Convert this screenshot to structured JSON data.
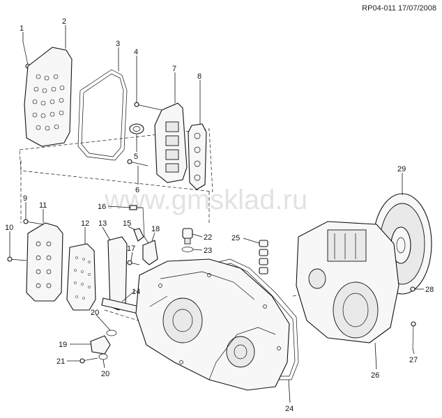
{
  "reference": "RP04-011 17/07/2008",
  "watermark": "www.gmsklad.ru",
  "callouts": [
    {
      "label": "1",
      "name": "bolt"
    },
    {
      "label": "2",
      "name": "valve-body-cover"
    },
    {
      "label": "3",
      "name": "cover-gasket"
    },
    {
      "label": "4",
      "name": "bolt"
    },
    {
      "label": "7",
      "name": "valve-body"
    },
    {
      "label": "8",
      "name": "valve-cluster"
    },
    {
      "label": "5",
      "name": "bolt"
    },
    {
      "label": "6",
      "name": "seal"
    },
    {
      "label": "29",
      "name": "torque-converter"
    },
    {
      "label": "9",
      "name": "bolt"
    },
    {
      "label": "11",
      "name": "channel-plate"
    },
    {
      "label": "10",
      "name": "bolt"
    },
    {
      "label": "12",
      "name": "spacer-plate"
    },
    {
      "label": "13",
      "name": "bracket"
    },
    {
      "label": "16",
      "name": "wire-harness"
    },
    {
      "label": "15",
      "name": "sensor"
    },
    {
      "label": "18",
      "name": "connector"
    },
    {
      "label": "17",
      "name": "bolt"
    },
    {
      "label": "14",
      "name": "manual-valve-link"
    },
    {
      "label": "22",
      "name": "fill-cap"
    },
    {
      "label": "23",
      "name": "o-ring"
    },
    {
      "label": "25",
      "name": "solenoid-set"
    },
    {
      "label": "28",
      "name": "bolt"
    },
    {
      "label": "20",
      "name": "seal"
    },
    {
      "label": "19",
      "name": "shift-lever"
    },
    {
      "label": "21",
      "name": "bolt"
    },
    {
      "label": "20",
      "name": "seal"
    },
    {
      "label": "27",
      "name": "bolt"
    },
    {
      "label": "26",
      "name": "case"
    },
    {
      "label": "24",
      "name": "case-gasket"
    }
  ]
}
